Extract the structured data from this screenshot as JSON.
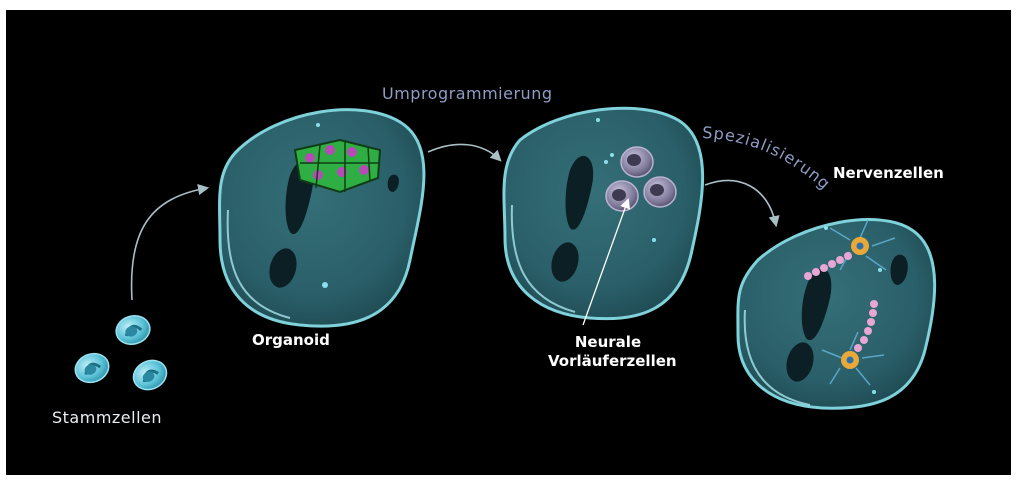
{
  "labels": {
    "stem_cells": "Stammzellen",
    "organoid": "Organoid",
    "reprogramming": "Umprogrammierung",
    "neural_progenitors_line1": "Neurale",
    "neural_progenitors_line2": "Vorläuferzellen",
    "specialization": "Spezialisierung",
    "nerve_cells": "Nervenzellen"
  },
  "colors": {
    "background": "#000000",
    "organoid_fill": "#2f6e78",
    "organoid_rim": "#7fd1da",
    "stem_cell": "#5cc3d8",
    "arrow": "#a9bfc6",
    "green_cells": "#37c94a",
    "progenitor_cells": "#8a84a8",
    "neuron_body": "#e8a93a",
    "axon_beads": "#e8a6d4",
    "process_text": "#8f9cc4"
  }
}
